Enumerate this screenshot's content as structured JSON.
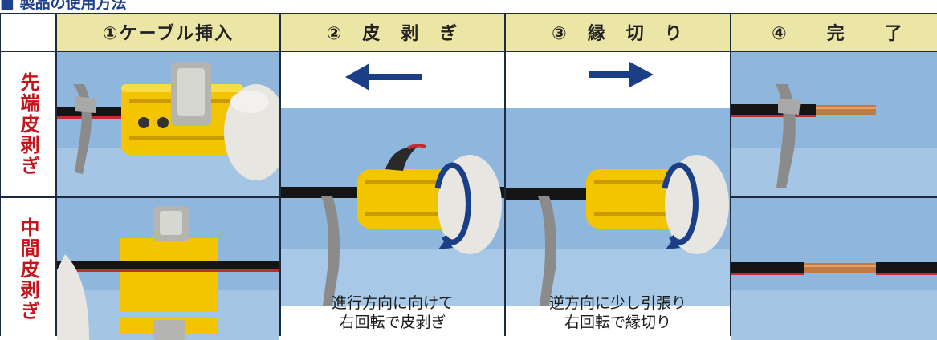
{
  "heading": {
    "text": "■ 製品の使用方法"
  },
  "columns": [
    {
      "label": "①ケーブル挿入"
    },
    {
      "label": "②　皮　剥　ぎ"
    },
    {
      "label": "③　縁　切　り"
    },
    {
      "label": "④　　完　　了"
    }
  ],
  "rows": [
    {
      "label": "先端皮剥ぎ"
    },
    {
      "label": "中間皮剥ぎ"
    }
  ],
  "captions": {
    "strip": {
      "line1": "進行方向に向けて",
      "line2": "右回転で皮剥ぎ"
    },
    "cut": {
      "line1": "逆方向に少し引張り",
      "line2": "右回転で縁切り"
    }
  },
  "colors": {
    "header_fill": "#ece6a6",
    "row_label_text": "#c4141b",
    "heading_text": "#1f3f8f",
    "arrow": "#1a3f86",
    "tool_yellow": "#f2c500",
    "photo_bg": "#8fb6dc"
  }
}
